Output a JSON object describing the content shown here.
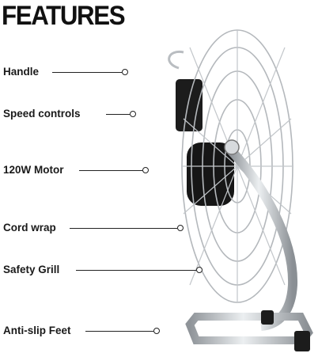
{
  "header": {
    "title": "FEATURES"
  },
  "features": [
    {
      "label": "Handle"
    },
    {
      "label": "Speed controls"
    },
    {
      "label": "120W Motor"
    },
    {
      "label": "Cord wrap"
    },
    {
      "label": "Safety Grill"
    },
    {
      "label": "Anti-slip Feet"
    }
  ],
  "colors": {
    "chrome": "#c8cbce",
    "dark": "#1c1c1c",
    "text": "#111111"
  }
}
